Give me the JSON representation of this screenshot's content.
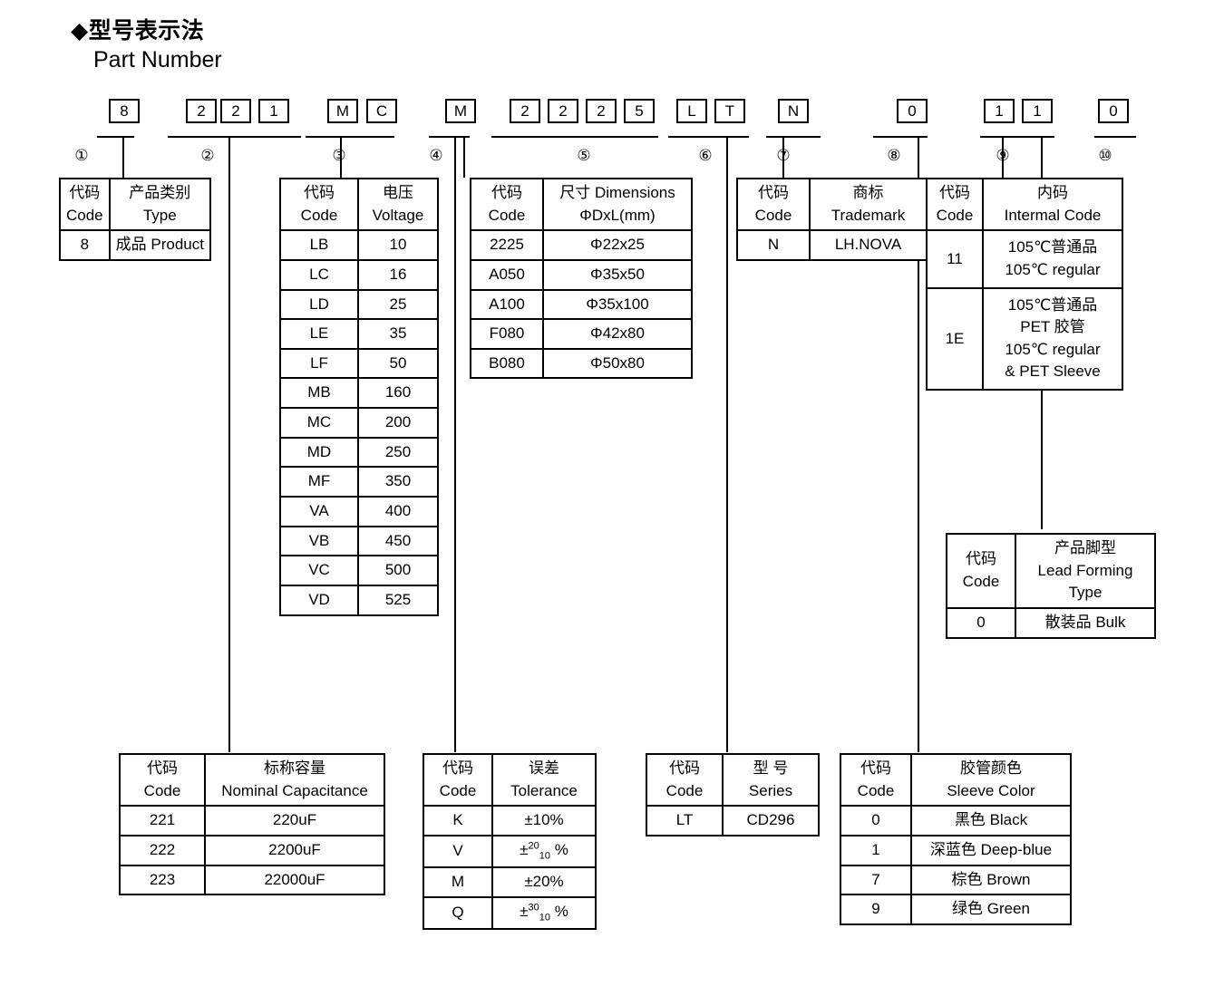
{
  "heading": {
    "cn": "◆型号表示法",
    "en": "Part Number"
  },
  "part_number": {
    "groups": [
      {
        "marker": "①",
        "chars": [
          "8"
        ]
      },
      {
        "marker": "②",
        "chars": [
          "2",
          "2",
          "1"
        ]
      },
      {
        "marker": "③",
        "chars": [
          "M",
          "C"
        ]
      },
      {
        "marker": "④",
        "chars": [
          "M"
        ]
      },
      {
        "marker": "⑤",
        "chars": [
          "2",
          "2",
          "2",
          "5"
        ]
      },
      {
        "marker": "⑥",
        "chars": [
          "L",
          "T"
        ]
      },
      {
        "marker": "⑦",
        "chars": [
          "N"
        ]
      },
      {
        "marker": "⑧",
        "chars": [
          "0"
        ]
      },
      {
        "marker": "⑨",
        "chars": [
          "1",
          "1"
        ]
      },
      {
        "marker": "⑩",
        "chars": [
          "0"
        ]
      }
    ]
  },
  "tables": {
    "type": {
      "header": {
        "code_cn": "代码",
        "code_en": "Code",
        "val_cn": "产品类别",
        "val_en": "Type"
      },
      "rows": [
        {
          "code": "8",
          "value": "成品 Product"
        }
      ]
    },
    "voltage": {
      "header": {
        "code_cn": "代码",
        "code_en": "Code",
        "val_cn": "电压",
        "val_en": "Voltage"
      },
      "rows": [
        {
          "code": "LB",
          "value": "10"
        },
        {
          "code": "LC",
          "value": "16"
        },
        {
          "code": "LD",
          "value": "25"
        },
        {
          "code": "LE",
          "value": "35"
        },
        {
          "code": "LF",
          "value": "50"
        },
        {
          "code": "MB",
          "value": "160"
        },
        {
          "code": "MC",
          "value": "200"
        },
        {
          "code": "MD",
          "value": "250"
        },
        {
          "code": "MF",
          "value": "350"
        },
        {
          "code": "VA",
          "value": "400"
        },
        {
          "code": "VB",
          "value": "450"
        },
        {
          "code": "VC",
          "value": "500"
        },
        {
          "code": "VD",
          "value": "525"
        }
      ]
    },
    "dimensions": {
      "header": {
        "code_cn": "代码",
        "code_en": "Code",
        "val_cn": "尺寸 Dimensions",
        "val_en": "ΦDxL(mm)"
      },
      "rows": [
        {
          "code": "2225",
          "value": "Φ22x25"
        },
        {
          "code": "A050",
          "value": "Φ35x50"
        },
        {
          "code": "A100",
          "value": "Φ35x100"
        },
        {
          "code": "F080",
          "value": "Φ42x80"
        },
        {
          "code": "B080",
          "value": "Φ50x80"
        }
      ]
    },
    "trademark": {
      "header": {
        "code_cn": "代码",
        "code_en": "Code",
        "val_cn": "商标",
        "val_en": "Trademark"
      },
      "rows": [
        {
          "code": "N",
          "value": "LH.NOVA"
        }
      ]
    },
    "internal_code": {
      "header": {
        "code_cn": "代码",
        "code_en": "Code",
        "val_cn": "内码",
        "val_en": "Intermal Code"
      },
      "rows": [
        {
          "code": "11",
          "lines": [
            "105℃普通品",
            "105℃  regular"
          ]
        },
        {
          "code": "1E",
          "lines": [
            "105℃普通品",
            "PET 胶管",
            "105℃  regular",
            "& PET Sleeve"
          ]
        }
      ]
    },
    "lead_forming": {
      "header": {
        "code_cn": "代码",
        "code_en": "Code",
        "val_cn": "产品脚型",
        "val_en1": "Lead Forming",
        "val_en2": "Type"
      },
      "rows": [
        {
          "code": "0",
          "value": "散装品 Bulk"
        }
      ]
    },
    "capacitance": {
      "header": {
        "code_cn": "代码",
        "code_en": "Code",
        "val_cn": "标称容量",
        "val_en": "Nominal Capacitance"
      },
      "rows": [
        {
          "code": "221",
          "value": "220uF"
        },
        {
          "code": "222",
          "value": "2200uF"
        },
        {
          "code": "223",
          "value": "22000uF"
        }
      ]
    },
    "tolerance": {
      "header": {
        "code_cn": "代码",
        "code_en": "Code",
        "val_cn": "误差",
        "val_en": "Tolerance"
      },
      "rows": [
        {
          "code": "K",
          "value": "±10%",
          "sup": "",
          "sub": ""
        },
        {
          "code": "V",
          "value": "",
          "sup": "20",
          "sub": "10"
        },
        {
          "code": "M",
          "value": "±20%",
          "sup": "",
          "sub": ""
        },
        {
          "code": "Q",
          "value": "",
          "sup": "30",
          "sub": "10"
        }
      ]
    },
    "series": {
      "header": {
        "code_cn": "代码",
        "code_en": "Code",
        "val_cn": "型 号",
        "val_en": "Series"
      },
      "rows": [
        {
          "code": "LT",
          "value": "CD296"
        }
      ]
    },
    "sleeve_color": {
      "header": {
        "code_cn": "代码",
        "code_en": "Code",
        "val_cn": "胶管颜色",
        "val_en": "Sleeve Color"
      },
      "rows": [
        {
          "code": "0",
          "value": "黑色 Black"
        },
        {
          "code": "1",
          "value": "深蓝色 Deep-blue"
        },
        {
          "code": "7",
          "value": "棕色 Brown"
        },
        {
          "code": "9",
          "value": "绿色 Green"
        }
      ]
    }
  }
}
